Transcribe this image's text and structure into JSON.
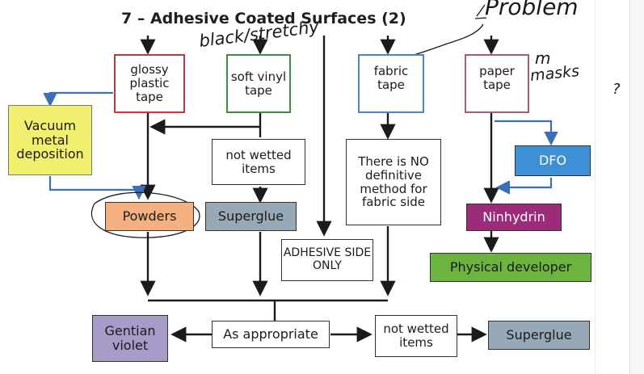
{
  "title": "7 – Adhesive Coated Surfaces (2)",
  "annotations": {
    "problem": "Problem",
    "black_stretchy": "black/stretchy",
    "m_masks": "m",
    "masks_word": "masks",
    "question": "?"
  },
  "surfaces": {
    "glossy": "glossy plastic tape",
    "vinyl": "soft vinyl tape",
    "fabric": "fabric tape",
    "paper": "paper tape"
  },
  "methods": {
    "vmd": "Vacuum metal deposition",
    "not_wetted_1": "not wetted items",
    "no_method": "There is NO definitive method for fabric side",
    "dfo": "DFO",
    "powders": "Powders",
    "superglue_1": "Superglue",
    "ninhydrin": "Ninhydrin",
    "adhesive_side": "ADHESIVE SIDE ONLY",
    "physical_dev": "Physical developer",
    "gentian": "Gentian violet",
    "as_appropriate": "As appropriate",
    "not_wetted_2": "not wetted items",
    "superglue_2": "Superglue"
  },
  "colors": {
    "vmd_fill": "#f1ef6e",
    "powders_fill": "#f5b07f",
    "superglue_fill": "#97a9b6",
    "dfo_fill": "#3d8fd6",
    "ninhydrin_fill": "#9c2c7a",
    "physical_fill": "#6db33f",
    "gentian_fill": "#a79bc8",
    "glossy_border": "#c0393b",
    "vinyl_border": "#3f8f3f",
    "fabric_border": "#4a86c5",
    "paper_border": "#a85a7a",
    "blue_arrow": "#3b6fb5"
  }
}
